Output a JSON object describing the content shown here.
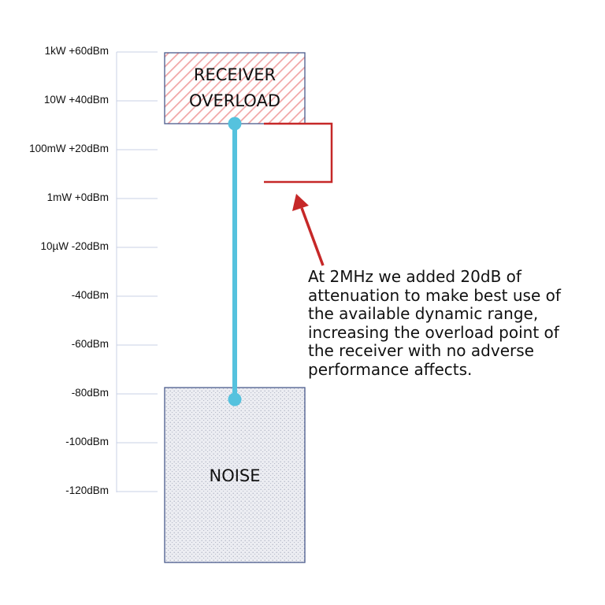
{
  "colors": {
    "axis": "#c9d1e6",
    "box_border": "#4a5a8c",
    "hatch": "#f1a6a6",
    "noise_fill": "#ecedf2",
    "noise_dot": "#9aa0b4",
    "range_line": "#55c2de",
    "bracket": "#c62828"
  },
  "y_axis": {
    "ticks": [
      "1kW +60dBm",
      "10W  +40dBm",
      "100mW +20dBm",
      "1mW  +0dBm",
      "10µW  -20dBm",
      "-40dBm",
      "-60dBm",
      "-80dBm",
      "-100dBm",
      "-120dBm"
    ],
    "range_dbm": [
      -120,
      60
    ]
  },
  "overload_box": {
    "lines": [
      "RECEIVER",
      "OVERLOAD"
    ]
  },
  "noise_box": {
    "label": "NOISE"
  },
  "annotation": {
    "lines": [
      "At 2MHz we added 20dB of",
      "attenuation to make best use of",
      "the available dynamic range,",
      "increasing the overload point of",
      "the receiver with no adverse",
      "performance affects."
    ]
  }
}
